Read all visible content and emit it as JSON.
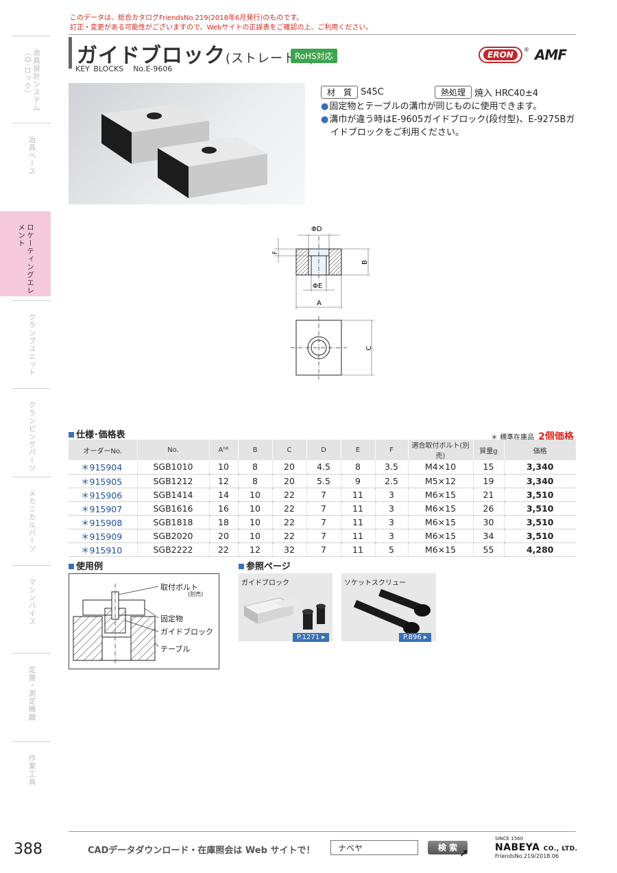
{
  "notice": {
    "line1": "このデータは、総合カタログFriendsNo.219(2018年6月発行)のものです。",
    "line2": "訂正・変更がある可能性がございますので、Webサイトの正誤表をご確認の上、ご利用ください。"
  },
  "side_tabs": [
    {
      "label": "治具設計システム（Q-ロック）",
      "active": false
    },
    {
      "label": "治具ベース",
      "active": false
    },
    {
      "label": "ロケーティングエレメント",
      "active": true
    },
    {
      "label": "クランプユニット",
      "active": false
    },
    {
      "label": "クランピングパーツ",
      "active": false
    },
    {
      "label": "メカニカルパーツ",
      "active": false
    },
    {
      "label": "マシンバイス",
      "active": false
    },
    {
      "label": "定盤・測定機器",
      "active": false
    },
    {
      "label": "作業工具",
      "active": false
    }
  ],
  "header": {
    "title": "ガイドブロック",
    "title_suffix": "(ストレート型)",
    "rohs": "RoHS対応",
    "subtitle_en": "KEY  BLOCKS",
    "subtitle_no": "No.E-9606",
    "brand1": "ERON",
    "brand1_mark": "®",
    "brand2": "AMF"
  },
  "spec": {
    "material_label": "材　質",
    "material_value": "S45C",
    "heat_label": "熱処理",
    "heat_value": "焼入 HRC40±4",
    "bullets": [
      "固定物とテーブルの溝巾が同じものに使用できます。",
      "溝巾が違う時はE-9605ガイドブロック(段付型)、E-9275Bガイドブロックをご利用ください。"
    ]
  },
  "drawing_labels": {
    "phiD": "ΦD",
    "phiE": "ΦE",
    "A": "A",
    "B": "B",
    "C": "C",
    "F": "F"
  },
  "table": {
    "section_title": "仕様･価格表",
    "stock_note": "＊ 標準在庫品",
    "stock_note_em": "2個価格",
    "headers": [
      "オーダーNo.",
      "No.",
      "Aʰ⁶",
      "B",
      "C",
      "D",
      "E",
      "F",
      "適合取付ボルト(別売)",
      "質量g",
      "価格"
    ],
    "rows": [
      [
        "＊915904",
        "SGB1010",
        "10",
        "8",
        "20",
        "4.5",
        "8",
        "3.5",
        "M4×10",
        "15",
        "3,340"
      ],
      [
        "＊915905",
        "SGB1212",
        "12",
        "8",
        "20",
        "5.5",
        "9",
        "2.5",
        "M5×12",
        "19",
        "3,340"
      ],
      [
        "＊915906",
        "SGB1414",
        "14",
        "10",
        "22",
        "7",
        "11",
        "3",
        "M6×15",
        "21",
        "3,510"
      ],
      [
        "＊915907",
        "SGB1616",
        "16",
        "10",
        "22",
        "7",
        "11",
        "3",
        "M6×15",
        "26",
        "3,510"
      ],
      [
        "＊915908",
        "SGB1818",
        "18",
        "10",
        "22",
        "7",
        "11",
        "3",
        "M6×15",
        "30",
        "3,510"
      ],
      [
        "＊915909",
        "SGB2020",
        "20",
        "10",
        "22",
        "7",
        "11",
        "3",
        "M6×15",
        "34",
        "3,510"
      ],
      [
        "＊915910",
        "SGB2222",
        "22",
        "12",
        "32",
        "7",
        "11",
        "5",
        "M6×15",
        "55",
        "4,280"
      ]
    ]
  },
  "usage": {
    "section_title": "使用例",
    "label_bolt": "取付ボルト",
    "label_bolt_sub": "(別売)",
    "label_fixed": "固定物",
    "label_block": "ガイドブロック",
    "label_table": "テーブル"
  },
  "reference": {
    "section_title": "参照ページ",
    "items": [
      {
        "caption": "ガイドブロック",
        "page": "P.1271 ▸"
      },
      {
        "caption": "ソケットスクリュー",
        "page": "P.896 ▸"
      }
    ]
  },
  "footer": {
    "page_number": "388",
    "cad_text": "CADデータダウンロード・在庫照会は Web サイトで！",
    "search_value": "ナベヤ",
    "search_button": "検 索",
    "since": "SINCE 1560",
    "company": "NABEYA",
    "company_suffix": "CO., LTD.",
    "friends": "FriendsNo.219/2018.06"
  }
}
